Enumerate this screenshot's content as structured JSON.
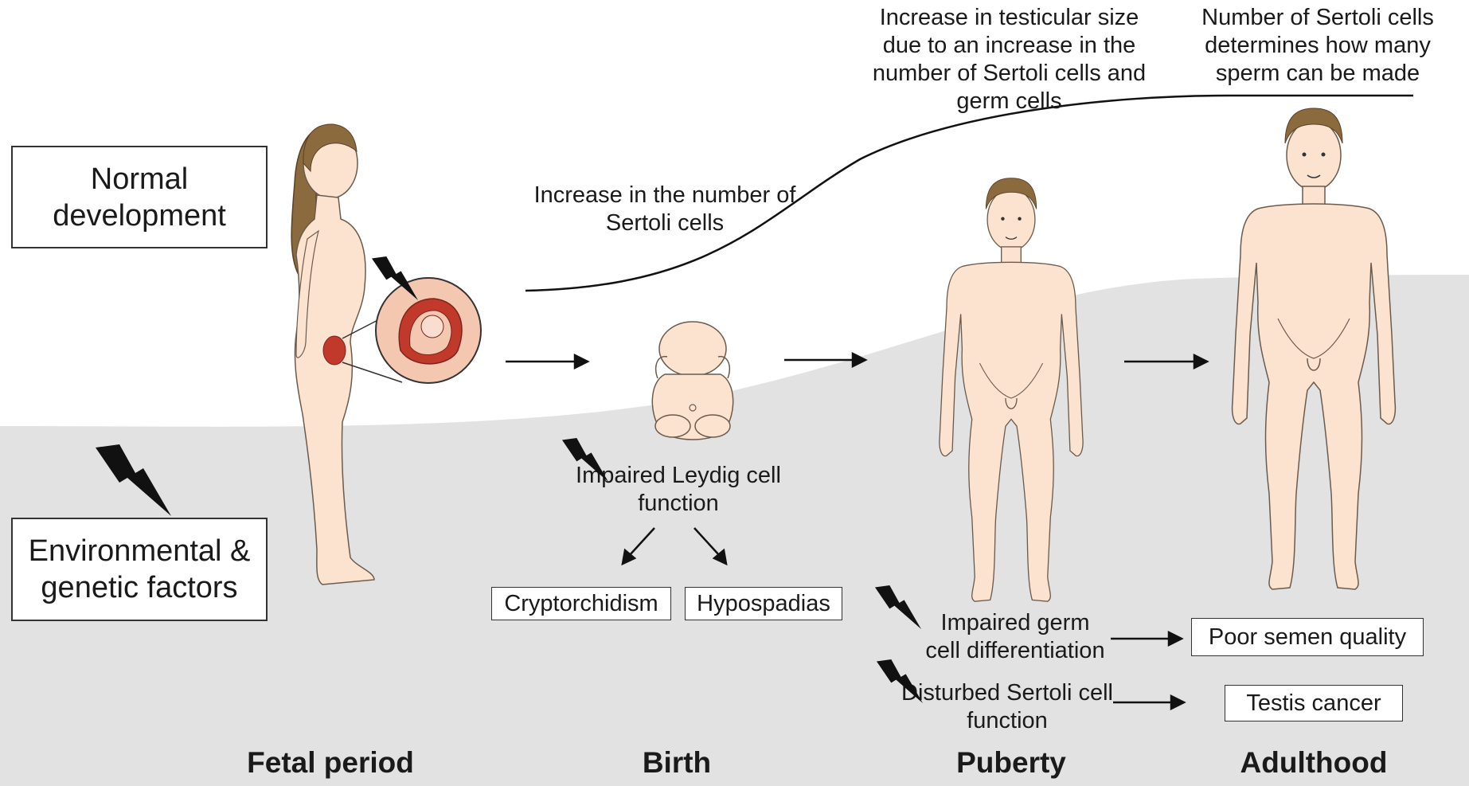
{
  "boxes": {
    "normal": "Normal development",
    "environmental": "Environmental & genetic factors"
  },
  "curve_labels": {
    "fetal_birth": "Increase in the number of Sertoli cells",
    "puberty": "Increase in testicular size due to an increase in the number of Sertoli cells and germ cells",
    "adult": "Number of Sertoli cells determines how many sperm can be made"
  },
  "effects": {
    "leydig": "Impaired Leydig cell function",
    "cryptorchidism": "Cryptorchidism",
    "hypospadias": "Hypospadias",
    "germ": "Impaired germ cell differentiation",
    "sertoli": "Disturbed Sertoli cell function",
    "semen": "Poor semen quality",
    "cancer": "Testis cancer"
  },
  "stages": [
    "Fetal period",
    "Birth",
    "Puberty",
    "Adulthood"
  ],
  "icons": [
    "lightning-bolt-icon",
    "arrow-right-icon"
  ],
  "colors": {
    "skin": "#fbe3d0",
    "hair": "#8b6a3e",
    "shade": "#e2e2e2",
    "uterus": "#c0392b"
  }
}
